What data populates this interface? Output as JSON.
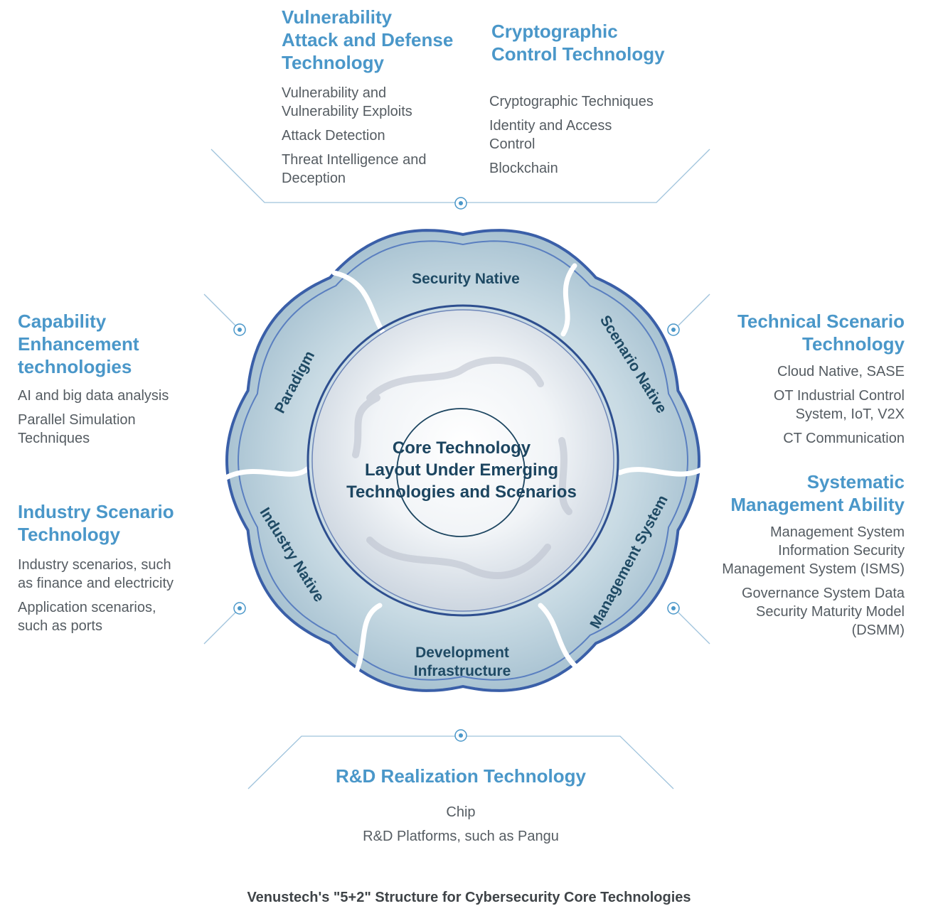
{
  "blocks": {
    "vulnerability": {
      "heading": "Vulnerability\nAttack and Defense\nTechnology",
      "items": [
        "Vulnerability and\nVulnerability Exploits",
        "Attack Detection",
        "Threat Intelligence and\nDeception"
      ]
    },
    "cryptographic": {
      "heading": "Cryptographic\nControl Technology",
      "items": [
        "Cryptographic Techniques",
        "Identity and Access\nControl",
        "Blockchain"
      ]
    },
    "capability": {
      "heading": "Capability\nEnhancement\ntechnologies",
      "items": [
        "AI and big data analysis",
        "Parallel Simulation\nTechniques"
      ]
    },
    "industry": {
      "heading": "Industry Scenario\nTechnology",
      "items": [
        "Industry scenarios, such\nas finance and electricity",
        "Application scenarios,\nsuch as ports"
      ]
    },
    "technical": {
      "heading": "Technical Scenario\nTechnology",
      "items": [
        "Cloud Native, SASE",
        "OT Industrial Control\nSystem, IoT, V2X",
        "CT Communication"
      ]
    },
    "systematic": {
      "heading": "Systematic\nManagement Ability",
      "items": [
        "Management System\nInformation Security\nManagement System (ISMS)",
        "Governance System Data\nSecurity Maturity Model\n(DSMM)"
      ]
    },
    "rnd": {
      "heading": "R&D Realization Technology",
      "items": [
        "Chip",
        "R&D Platforms, such as Pangu"
      ]
    }
  },
  "ring_labels": {
    "security_native": "Security Native",
    "scenario_native": "Scenario Native",
    "paradigm": "Paradigm",
    "industry_native": "Industry Native",
    "management_system": "Management System",
    "development_infrastructure": "Development\nInfrastructure"
  },
  "core_title": "Core Technology\nLayout Under Emerging\nTechnologies and Scenarios",
  "caption": "Venustech's \"5+2\" Structure for Cybersecurity Core Technologies",
  "colors": {
    "heading": "#4a97c9",
    "frame_line": "#9fc3dc",
    "porcelain_blue": "#3a5fa8",
    "core_text": "#1c4560"
  }
}
